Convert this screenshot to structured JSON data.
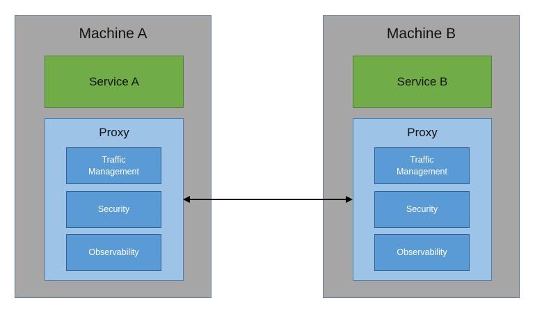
{
  "machines": [
    {
      "title": "Machine A",
      "service": "Service A",
      "proxy": {
        "title": "Proxy",
        "features": [
          "Traffic\nManagement",
          "Security",
          "Observability"
        ]
      }
    },
    {
      "title": "Machine B",
      "service": "Service B",
      "proxy": {
        "title": "Proxy",
        "features": [
          "Traffic\nManagement",
          "Security",
          "Observability"
        ]
      }
    }
  ],
  "connector": {
    "type": "bidirectional-arrow",
    "from": "Machine A Proxy",
    "to": "Machine B Proxy"
  },
  "colors": {
    "machine_fill": "#a6a6a6",
    "service_fill": "#70ad47",
    "proxy_fill": "#9dc3e6",
    "feature_fill": "#5b9bd5",
    "arrow": "#000000"
  }
}
